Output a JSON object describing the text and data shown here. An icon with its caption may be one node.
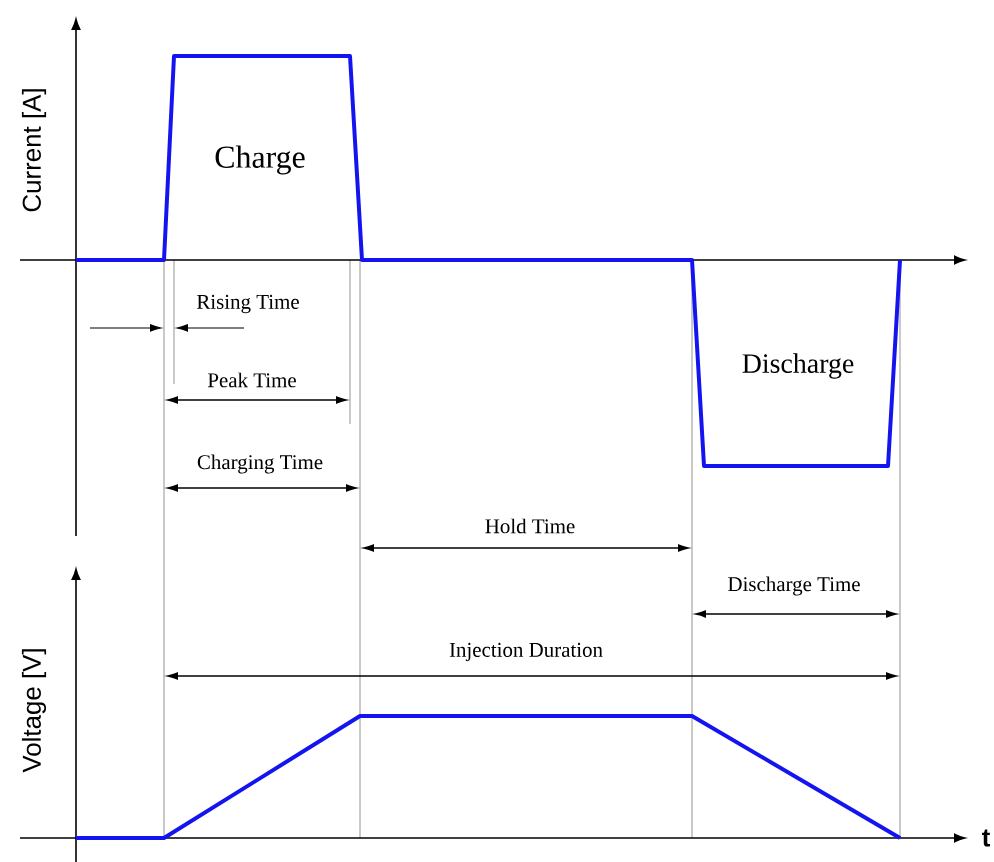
{
  "diagram": {
    "labels": [
      "Current [A]",
      "Charge",
      "Rising Time",
      "Discharge",
      "Peak Time",
      "Charging Time",
      "Hold Time",
      "Voltage [V]",
      "Discharge Time",
      "Injection Duration",
      "t"
    ]
  }
}
